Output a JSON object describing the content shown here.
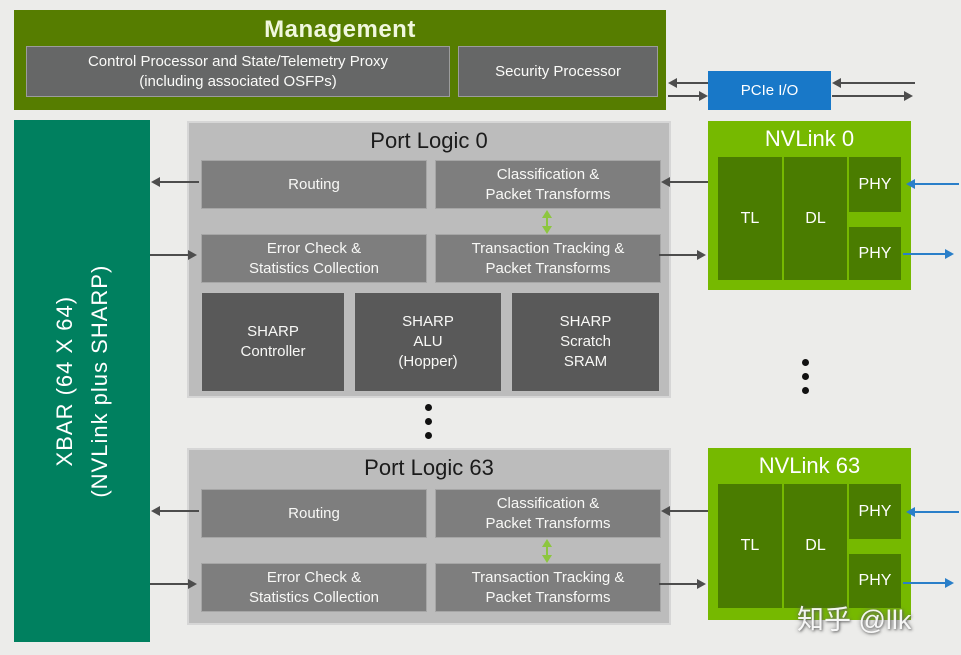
{
  "colors": {
    "background": "#ECECEA",
    "management_green": "#567D00",
    "nvidia_green": "#76B900",
    "nvlink_inner_green": "#4A7C00",
    "xbar_teal": "#00805F",
    "pcie_blue": "#1878C8",
    "port_logic_bg": "#BCBCBC",
    "module_gray": "#7E7E7E",
    "sharp_gray": "#595959",
    "arrow_gray": "#4D4D4D",
    "arrow_green": "#8DC63F",
    "arrow_blue": "#2A7FC9"
  },
  "management": {
    "title": "Management",
    "control_processor": "Control Processor and State/Telemetry Proxy\n(including associated OSFPs)",
    "security_processor": "Security Processor"
  },
  "pcie": {
    "label": "PCIe I/O"
  },
  "xbar": {
    "label": "XBAR (64 X 64)\n(NVLink plus SHARP)"
  },
  "port_logics": [
    {
      "title": "Port Logic 0",
      "routing": "Routing",
      "classification": "Classification &\nPacket Transforms",
      "error_check": "Error Check &\nStatistics Collection",
      "transaction": "Transaction Tracking &\nPacket Transforms",
      "sharp_controller": "SHARP\nController",
      "sharp_alu": "SHARP\nALU\n(Hopper)",
      "sharp_sram": "SHARP\nScratch\nSRAM"
    },
    {
      "title": "Port Logic 63",
      "routing": "Routing",
      "classification": "Classification &\nPacket Transforms",
      "error_check": "Error Check &\nStatistics Collection",
      "transaction": "Transaction Tracking &\nPacket Transforms"
    }
  ],
  "nvlinks": [
    {
      "title": "NVLink 0",
      "tl": "TL",
      "dl": "DL",
      "phy_top": "PHY",
      "phy_bottom": "PHY"
    },
    {
      "title": "NVLink 63",
      "tl": "TL",
      "dl": "DL",
      "phy_top": "PHY",
      "phy_bottom": "PHY"
    }
  ],
  "watermark": "知乎 @llk"
}
